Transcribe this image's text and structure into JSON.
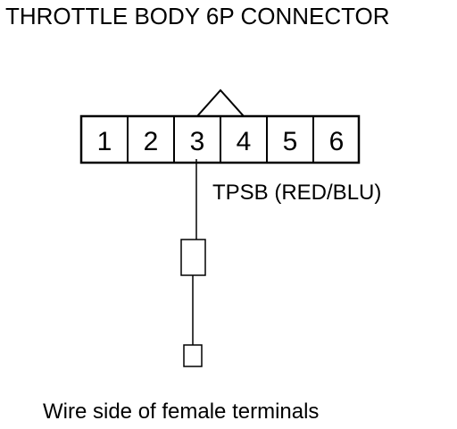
{
  "title": "THROTTLE BODY 6P CONNECTOR",
  "connector": {
    "pins": [
      "1",
      "2",
      "3",
      "4",
      "5",
      "6"
    ],
    "probed_pin": "3"
  },
  "wire_label": "TPSB (RED/BLU)",
  "caption": "Wire side of female terminals",
  "colors": {
    "line": "#000000",
    "background": "#ffffff"
  }
}
